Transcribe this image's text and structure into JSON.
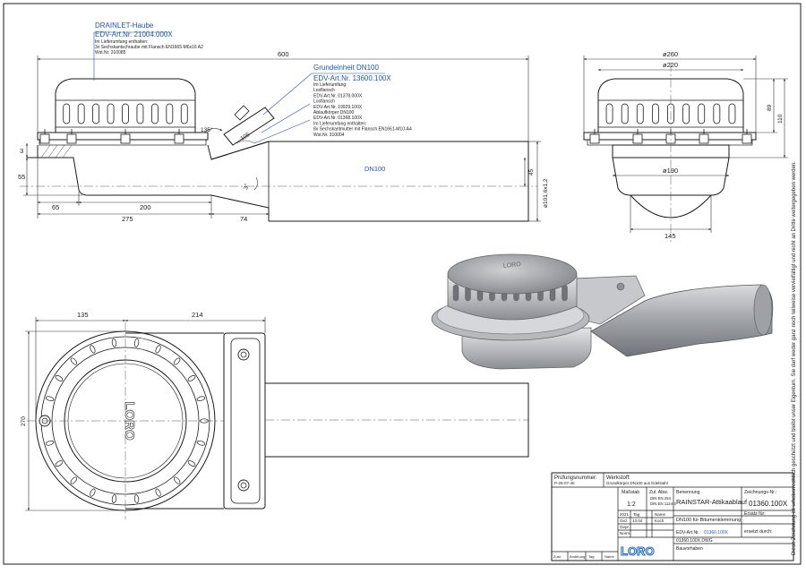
{
  "callouts": {
    "haube": {
      "title": "DRAINLET-Haube",
      "art": "EDV-Art.Nr. 21004.000X",
      "l1": "Im Lieferumfang enthalten:",
      "l2": "3x Sechskantschraube mit Flansch EN1665-M6x16 A2",
      "l3": "Wst.Nr. 310085"
    },
    "grund": {
      "title": "Grundeinheit DN100",
      "art": "EDV-Art.Nr. 13600.100X",
      "lines": [
        "Im Lieferumfang:",
        "Losflansch",
        "EDV-Art.Nr. 01378.000X",
        "Losflansch",
        "EDV-Art.Nr. 19929.100X",
        "Ablaufkörper DN100",
        "EDV-Art.Nr. 01368.100X",
        "Im Lieferumfang enthalten:",
        "8x Sechskantmutter mit Flansch EN1661-M10-A4",
        "Wst.Nr. 310004"
      ]
    }
  },
  "dimensions": {
    "side": {
      "d600": "600",
      "d3": "3",
      "d55": "55",
      "d135": "135°",
      "d105": "105",
      "d3deg": "3°",
      "d45": "45",
      "dn100": "DN100",
      "pipe_dia": "ø101,6x1,2",
      "d65": "65",
      "d200": "200",
      "d275": "275",
      "d74": "74"
    },
    "front": {
      "d260": "ø260",
      "d220": "ø220",
      "d89": "89",
      "d110": "110",
      "d190": "ø190",
      "d145": "145"
    },
    "top": {
      "d135": "135",
      "d214": "214",
      "d270": "270",
      "logo": "LORO"
    }
  },
  "side_note": "Diese Zeichnung ist urheberrechtlich geschützt und bleibt unser Eigentum. Sie darf weder ganz noch teilweise vervielfältigt und nicht an Dritte weitergegeben werden.",
  "title_block": {
    "pruef_label": "Prüfungsnummer:",
    "pruef_value": "P-26-07-40",
    "werkstoff_label": "Werkstoff:",
    "werkstoff_value": "Grundkörper DN100 aus Edelstahl",
    "massstab_label": "Maßstab",
    "massstab_value": "1:2",
    "zul_label": "Zul. Abw.",
    "zul_l1": "DIN EN 253",
    "zul_l2": "DIN EN 1124-3",
    "benennung_label": "Benennung",
    "benennung_value": "RAINSTAR-Attikaablauf",
    "sub_value": "DN100 für Bitumenklemmung",
    "zeichnung_label": "Zeichnungs-Nr.:",
    "zeichnung_value": "01360.100X",
    "ersatz_fuer": "Ersatz für:",
    "ersetzt_durch": "ersetzt durch:",
    "year": "2021",
    "tag_label": "Tag",
    "name_label": "Name",
    "gez": "Gez.",
    "gez_date": "13.04",
    "gez_name": "Koch",
    "gepr": "Gepr.",
    "norm": "Norm.",
    "edv_label": "EDV-Art.Nr.",
    "edv_value": "01360.100X",
    "file": "01360.100X.DWG",
    "bauvorhaben": "Bauvorhaben",
    "zust": "Zust.",
    "aenderung": "Änderung",
    "tag": "Tag",
    "name": "Name",
    "logo": "LORO"
  },
  "colors": {
    "line": "#1a1a1a",
    "dim": "#333333",
    "callout": "#1f56a8",
    "metal": "#c4c6c9",
    "metal_dark": "#8d9095",
    "logo": "#2a6fc6"
  }
}
